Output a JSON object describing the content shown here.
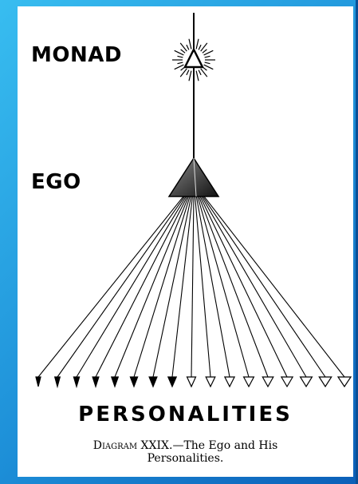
{
  "labels": {
    "monad": "MONAD",
    "ego": "EGO",
    "personalities": "PERSONALITIES"
  },
  "caption": {
    "lead": "Diagram XXIX.",
    "line1_rest": "—The Ego and His",
    "line2": "Personalities."
  },
  "personality_count": 17,
  "colors": {
    "background": "#1d8fd8",
    "plate": "#ffffff",
    "ink": "#000000"
  }
}
